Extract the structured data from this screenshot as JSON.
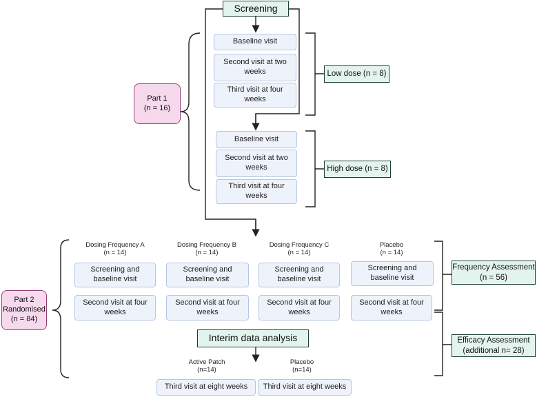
{
  "screening": "Screening",
  "part1": {
    "label": "Part 1",
    "n": "(n = 16)",
    "low": {
      "visits": [
        "Baseline visit",
        "Second visit at two weeks",
        "Third visit at four weeks"
      ],
      "dose": "Low dose (n = 8)"
    },
    "high": {
      "visits": [
        "Baseline visit",
        "Second visit at two weeks",
        "Third visit at four weeks"
      ],
      "dose": "High dose (n = 8)"
    }
  },
  "part2": {
    "label": "Part 2 Randomised",
    "n": "(n = 84)",
    "groups": [
      {
        "name": "Dosing Frequency A",
        "n": "(n = 14)",
        "v1": "Screening and baseline visit",
        "v2": "Second visit at four weeks"
      },
      {
        "name": "Dosing Frequency B",
        "n": "(n = 14)",
        "v1": "Screening and baseline visit",
        "v2": "Second visit at four weeks"
      },
      {
        "name": "Dosing Frequency C",
        "n": "(n = 14)",
        "v1": "Screening and baseline visit",
        "v2": "Second visit at four weeks"
      },
      {
        "name": "Placebo",
        "n": "(n = 14)",
        "v1": "Screening and baseline visit",
        "v2": "Second visit at four weeks"
      }
    ],
    "frequency_assessment": "Frequency Assessment",
    "frequency_n": "(n = 56)",
    "interim": "Interim data analysis",
    "efficacy_assessment": "Efficacy Assessment",
    "efficacy_n": "(additional n= 28)",
    "arms": [
      {
        "name": "Active Patch",
        "n": "(n=14)",
        "visit": "Third visit at eight weeks"
      },
      {
        "name": "Placebo",
        "n": "(n=14)",
        "visit": "Third visit at eight weeks"
      }
    ]
  }
}
